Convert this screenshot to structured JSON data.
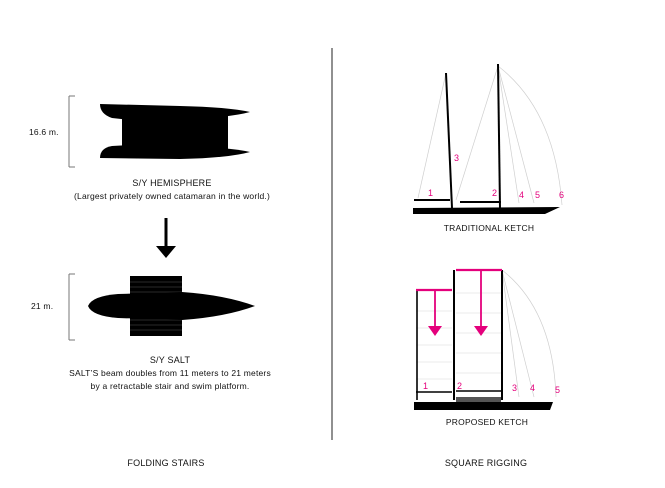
{
  "left_panel": {
    "hemisphere": {
      "dimension": "16.6 m.",
      "name": "S/Y HEMISPHERE",
      "caption": "(Largest privately owned catamaran in the world.)"
    },
    "salt": {
      "dimension": "21 m.",
      "name": "S/Y SALT",
      "caption_line1": "SALT’S beam doubles from 11 meters to 21 meters",
      "caption_line2": "by a retractable stair and swim platform."
    },
    "footer": "FOLDING STAIRS"
  },
  "right_panel": {
    "traditional": {
      "label": "TRADITIONAL KETCH",
      "sail_numbers": [
        "1",
        "2",
        "3",
        "4",
        "5",
        "6"
      ]
    },
    "proposed": {
      "label": "PROPOSED KETCH",
      "sail_numbers": [
        "1",
        "2",
        "3",
        "4",
        "5"
      ]
    },
    "footer": "SQUARE RIGGING"
  },
  "colors": {
    "accent": "#e4007c",
    "ink": "#111111",
    "sail_line": "#cfcfcf"
  }
}
